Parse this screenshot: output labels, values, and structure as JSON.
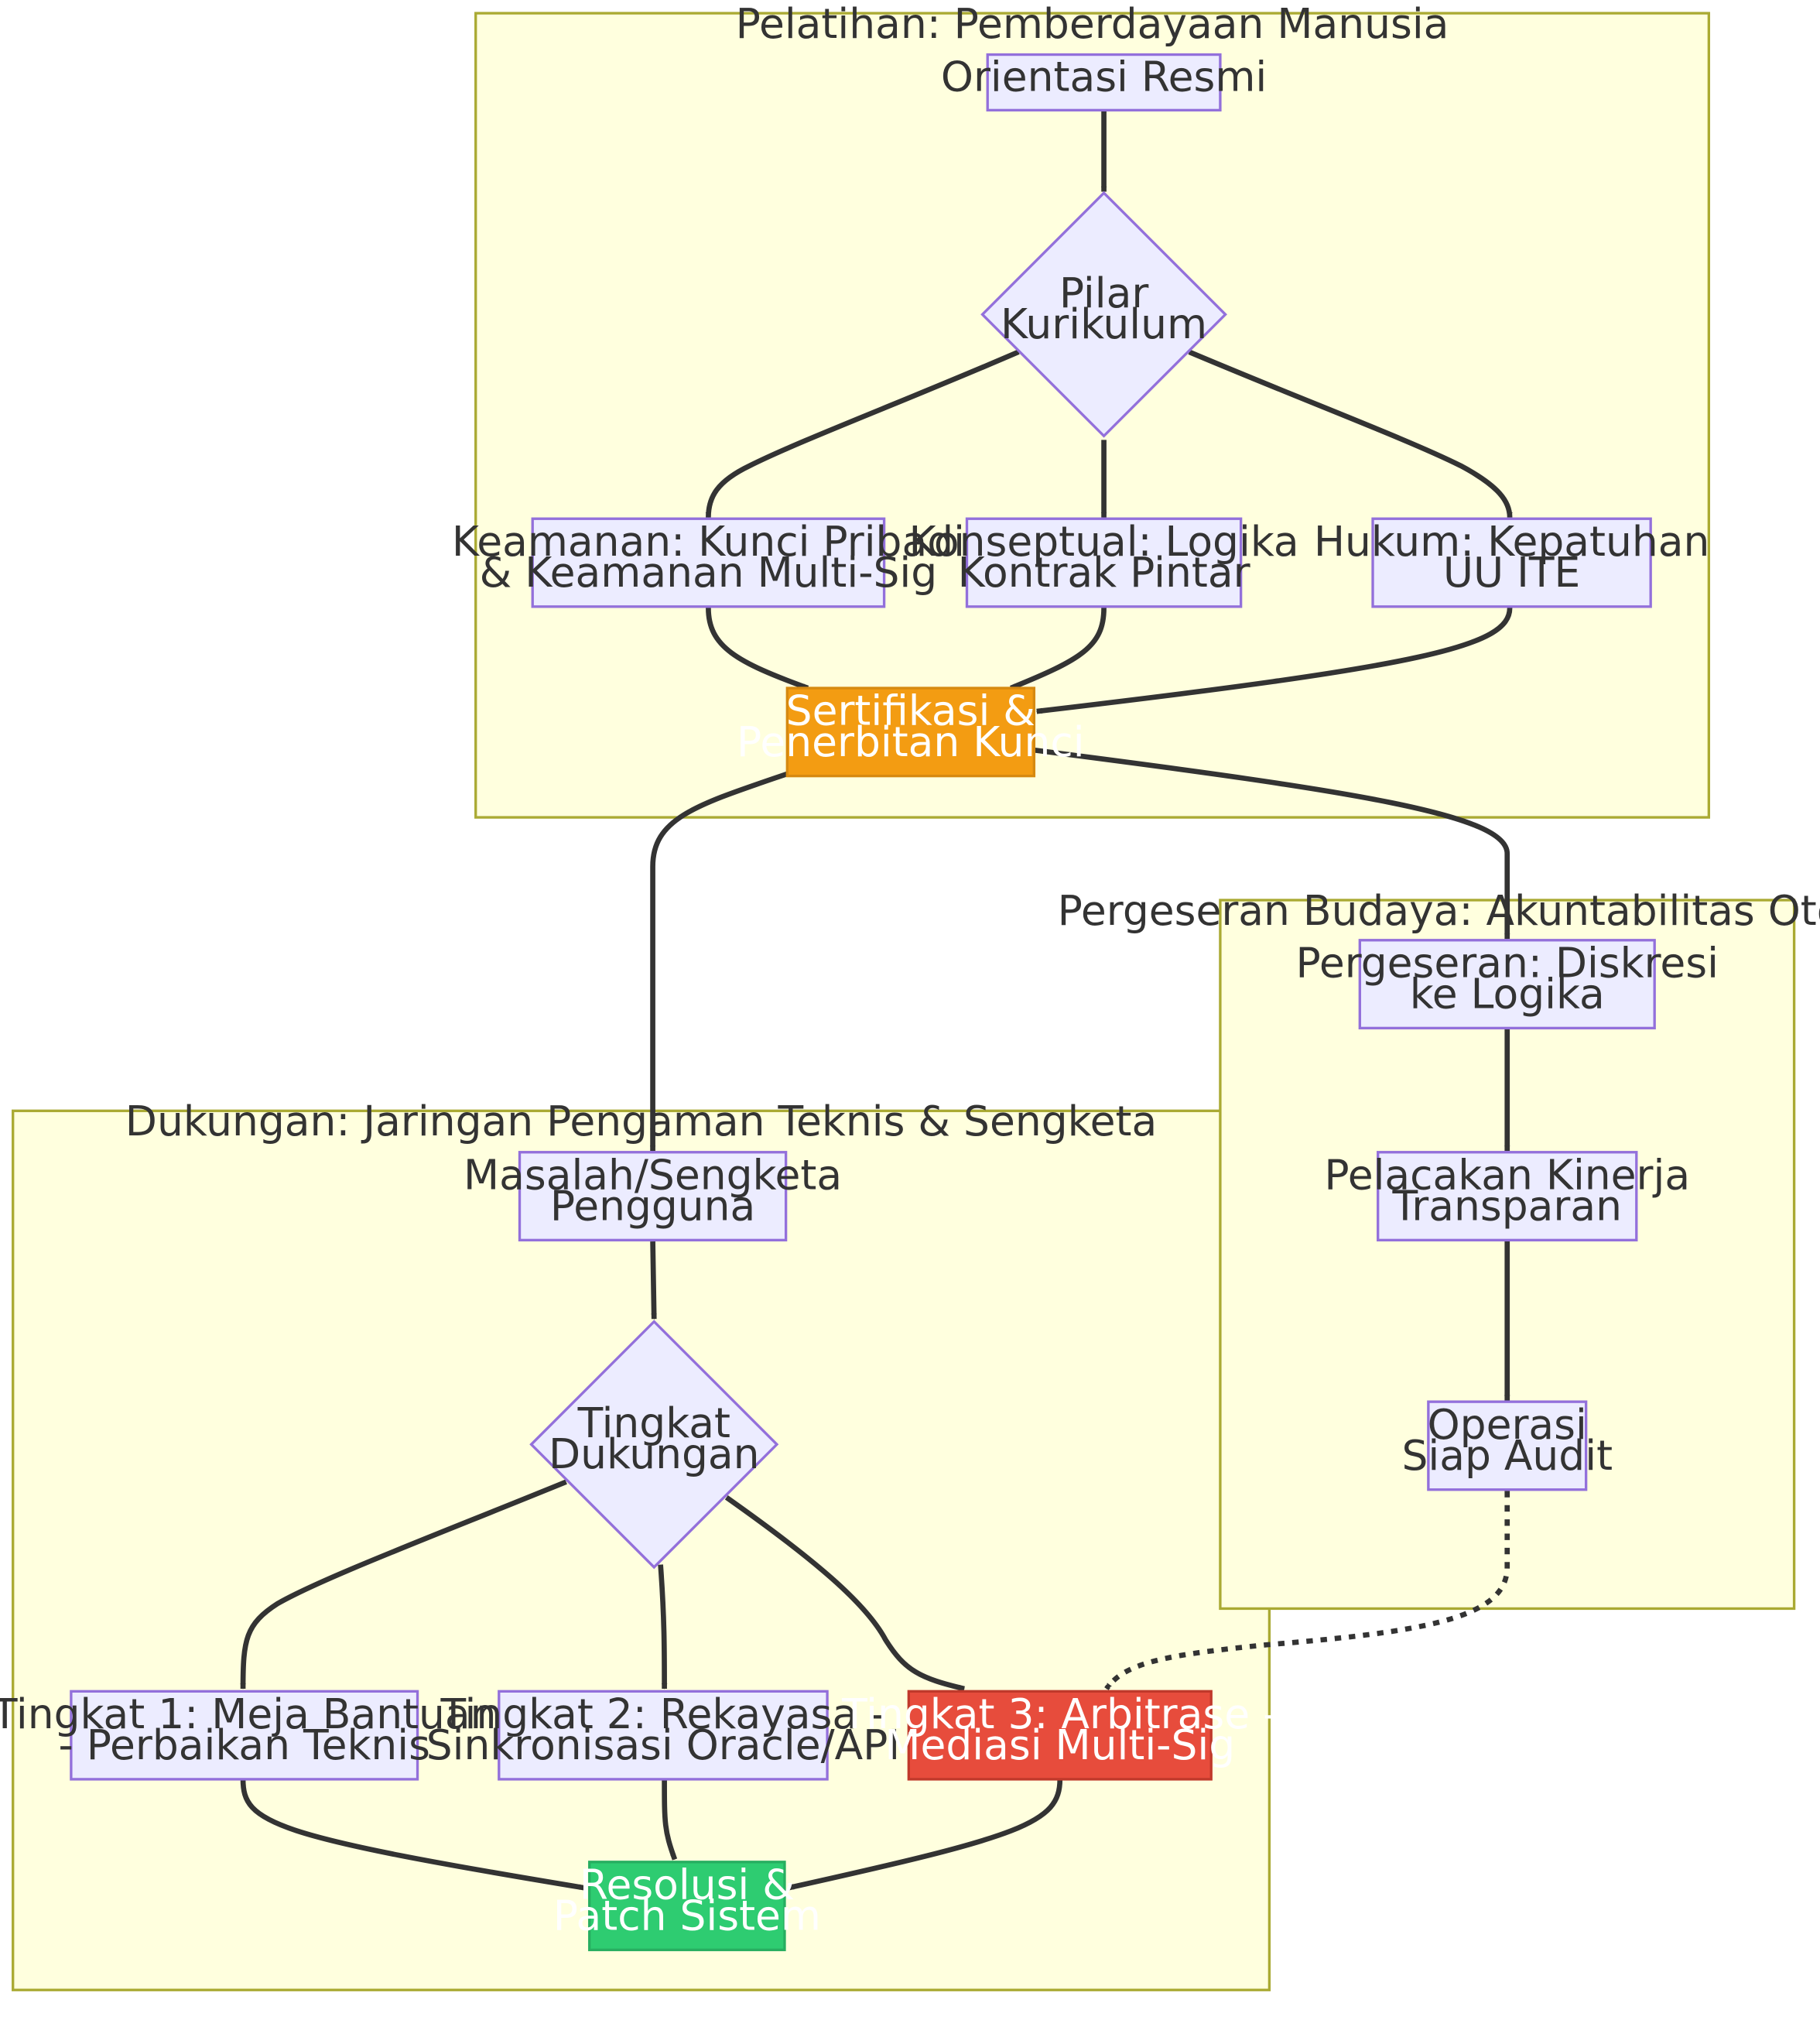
{
  "clusters": {
    "training": {
      "label": "Pelatihan: Pemberdayaan Manusia"
    },
    "culture": {
      "label": "Pergeseran Budaya: Akuntabilitas Otomatis"
    },
    "support": {
      "label": "Dukungan: Jaringan Pengaman Teknis & Sengketa"
    }
  },
  "nodes": {
    "orientation": {
      "lines": [
        "Orientasi Resmi"
      ]
    },
    "curriculum": {
      "lines": [
        "Pilar",
        "Kurikulum"
      ]
    },
    "security": {
      "lines": [
        "Keamanan: Kunci Pribadi",
        "& Keamanan Multi-Sig"
      ]
    },
    "conceptual": {
      "lines": [
        "Konseptual: Logika",
        "Kontrak Pintar"
      ]
    },
    "legal": {
      "lines": [
        "Hukum: Kepatuhan",
        "UU ITE"
      ]
    },
    "certification": {
      "lines": [
        "Sertifikasi &",
        "Penerbitan Kunci"
      ],
      "fill": "#f39c12",
      "stroke": "#d68910"
    },
    "shift": {
      "lines": [
        "Pergeseran: Diskresi",
        "ke Logika"
      ]
    },
    "tracking": {
      "lines": [
        "Pelacakan Kinerja",
        "Transparan"
      ]
    },
    "audit": {
      "lines": [
        "Operasi",
        "Siap Audit"
      ]
    },
    "issue": {
      "lines": [
        "Masalah/Sengketa",
        "Pengguna"
      ]
    },
    "support_level": {
      "lines": [
        "Tingkat",
        "Dukungan"
      ]
    },
    "tier1": {
      "lines": [
        "Tingkat 1: Meja Bantuan",
        "- Perbaikan Teknis"
      ]
    },
    "tier2": {
      "lines": [
        "Tingkat 2: Rekayasa -",
        "Sinkronisasi Oracle/API"
      ]
    },
    "tier3": {
      "lines": [
        "Tingkat 3: Arbitrase -",
        "Mediasi Multi-Sig"
      ],
      "fill": "#e74c3c",
      "stroke": "#c0392b"
    },
    "resolution": {
      "lines": [
        "Resolusi &",
        "Patch Sistem"
      ],
      "fill": "#2ecc71",
      "stroke": "#27ae60"
    }
  },
  "edges": [
    {
      "from": "orientation",
      "to": "curriculum",
      "style": "solid"
    },
    {
      "from": "curriculum",
      "to": "security",
      "style": "solid"
    },
    {
      "from": "curriculum",
      "to": "conceptual",
      "style": "solid"
    },
    {
      "from": "curriculum",
      "to": "legal",
      "style": "solid"
    },
    {
      "from": "security",
      "to": "certification",
      "style": "solid"
    },
    {
      "from": "conceptual",
      "to": "certification",
      "style": "solid"
    },
    {
      "from": "legal",
      "to": "certification",
      "style": "solid"
    },
    {
      "from": "certification",
      "to": "issue",
      "style": "solid"
    },
    {
      "from": "certification",
      "to": "shift",
      "style": "solid"
    },
    {
      "from": "shift",
      "to": "tracking",
      "style": "solid"
    },
    {
      "from": "tracking",
      "to": "audit",
      "style": "solid"
    },
    {
      "from": "issue",
      "to": "support_level",
      "style": "solid"
    },
    {
      "from": "support_level",
      "to": "tier1",
      "style": "solid"
    },
    {
      "from": "support_level",
      "to": "tier2",
      "style": "solid"
    },
    {
      "from": "support_level",
      "to": "tier3",
      "style": "solid"
    },
    {
      "from": "tier1",
      "to": "resolution",
      "style": "solid"
    },
    {
      "from": "tier2",
      "to": "resolution",
      "style": "solid"
    },
    {
      "from": "tier3",
      "to": "resolution",
      "style": "solid"
    },
    {
      "from": "audit",
      "to": "tier3",
      "style": "dotted"
    }
  ]
}
